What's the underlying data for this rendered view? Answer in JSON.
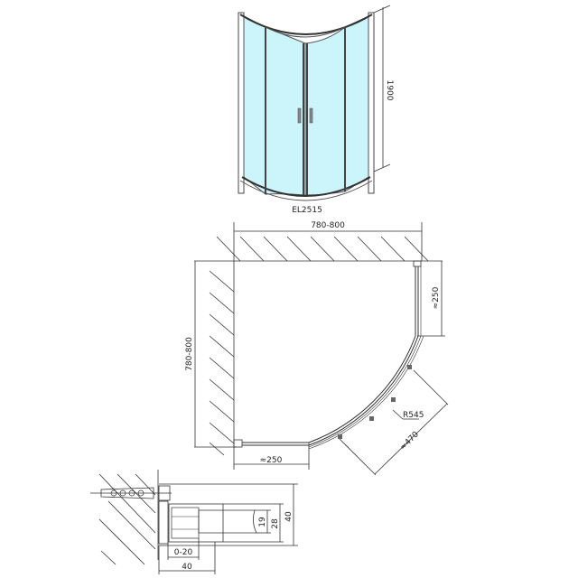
{
  "drawing": {
    "product_code": "EL2515",
    "colors": {
      "glass": "#ccf4fb",
      "line": "#333333",
      "background": "#ffffff"
    }
  },
  "elevation_view": {
    "height_label": "1900"
  },
  "plan_view": {
    "width_label": "780-800",
    "depth_label": "780-800",
    "side_panel_top_label": "≈250",
    "side_panel_bottom_label": "≈250",
    "radius_label": "R545",
    "door_opening_label": "≈470"
  },
  "profile_detail": {
    "labels": {
      "height_total": "40",
      "height_inner": "28",
      "glass_thickness": "19",
      "adjustment": "0-20",
      "width_total": "40"
    }
  }
}
